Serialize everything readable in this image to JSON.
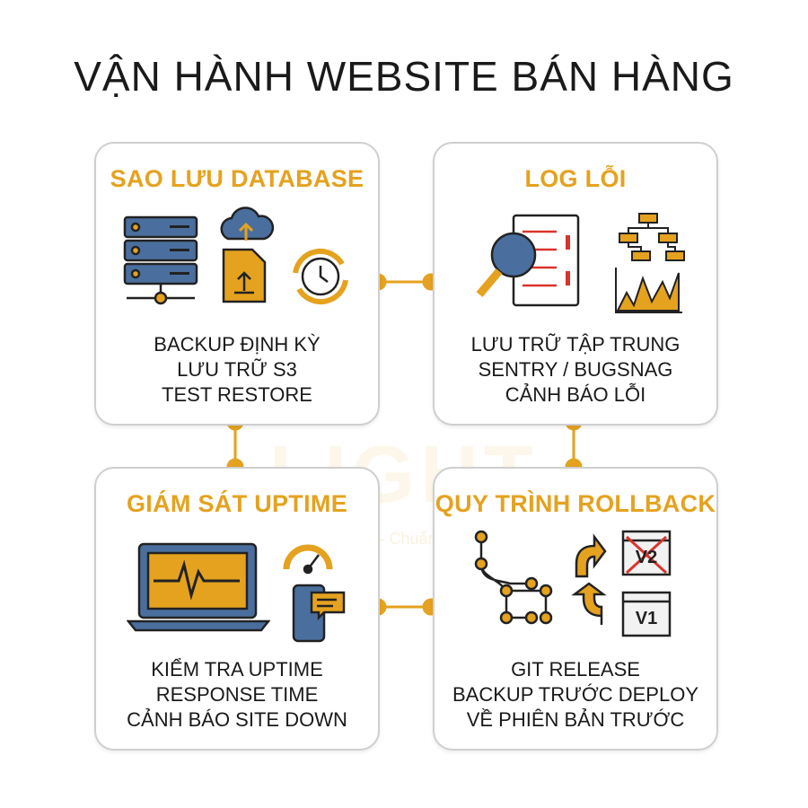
{
  "title": "VẬN HÀNH WEBSITE BÁN HÀNG",
  "cards": {
    "backup": {
      "title": "SAO LƯU DATABASE",
      "lines": [
        "BACKUP ĐỊNH KỲ",
        "LƯU TRỮ S3",
        "TEST RESTORE"
      ],
      "icons": [
        "server-icon",
        "cloud-upload-file-icon",
        "clock-sync-icon"
      ]
    },
    "errors": {
      "title": "LOG LỖI",
      "lines": [
        "LƯU TRỮ TẬP TRUNG",
        "SENTRY / BUGSNAG",
        "CẢNH BÁO LỖI"
      ],
      "icons": [
        "magnifier-log-icon",
        "hierarchy-icon",
        "spike-chart-icon"
      ]
    },
    "uptime": {
      "title": "GIÁM SÁT UPTIME",
      "lines": [
        "KIỂM TRA UPTIME",
        "RESPONSE TIME",
        "CẢNH BÁO SITE DOWN"
      ],
      "icons": [
        "laptop-heartbeat-icon",
        "speed-gauge-icon",
        "phone-alert-icon"
      ]
    },
    "rollback": {
      "title": "QUY TRÌNH ROLLBACK",
      "lines": [
        "GIT RELEASE",
        "BACKUP TRƯỚC DEPLOY",
        "VỀ PHIÊN BẢN TRƯỚC"
      ],
      "icons": [
        "git-branch-icon",
        "version-window-icon",
        "return-arrow-icon"
      ],
      "versions": [
        "V2",
        "V1"
      ]
    }
  },
  "watermark": {
    "text": "LIGHT",
    "tagline": "Nhanh - Chuẩn - Đẹp"
  },
  "colors": {
    "accent": "#E5A21F",
    "blue": "#4A6F9E",
    "border": "#cfcfcf",
    "text": "#1a1a1a",
    "alert": "#D9342B"
  }
}
